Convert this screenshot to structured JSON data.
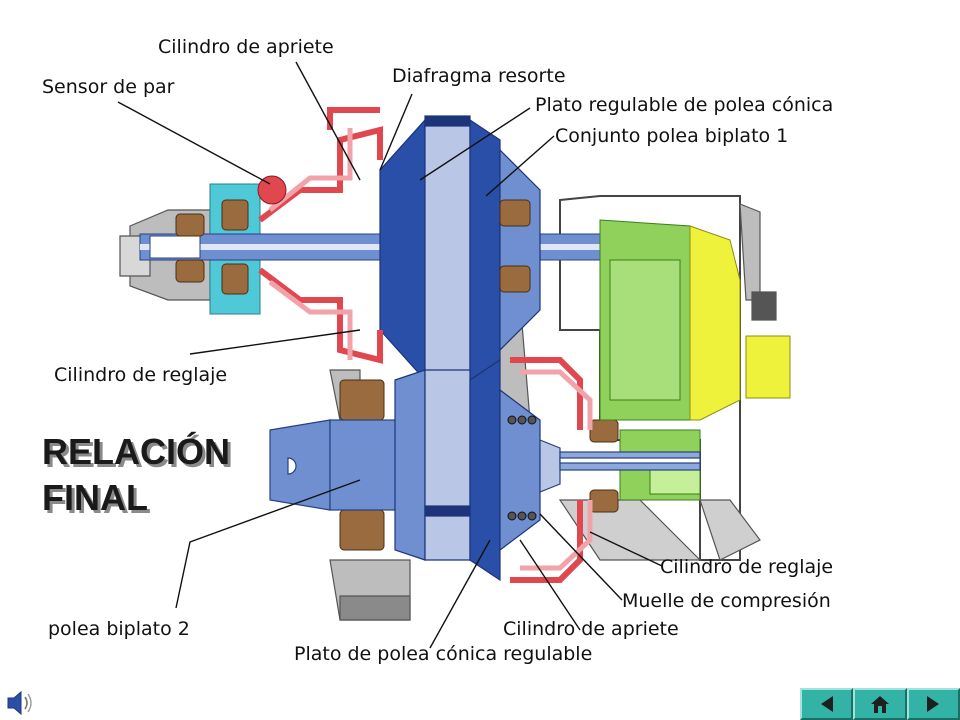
{
  "labels": {
    "cilindro_apriete_top": "Cilindro de apriete",
    "sensor_par": "Sensor de par",
    "diafragma_resorte": "Diafragma resorte",
    "plato_regulable": "Plato regulable de polea cónica",
    "conjunto_polea": "Conjunto polea biplato 1",
    "cilindro_reglaje_left": "Cilindro de reglaje",
    "cilindro_reglaje_right": "Cilindro de reglaje",
    "muelle_compresion": "Muelle de compresión",
    "cilindro_apriete_bottom": "Cilindro de apriete",
    "plato_polea_conica": "Plato de polea cónica regulable",
    "polea_biplato_2": "polea biplato 2"
  },
  "title": {
    "line1": "RELACIÓN",
    "line2": "FINAL"
  },
  "colors": {
    "dark_blue": "#2a4fa8",
    "mid_blue": "#6f8fd0",
    "light_blue": "#b9c6e6",
    "red": "#e0474f",
    "pink": "#f2a3aa",
    "green": "#8fd15a",
    "yellow": "#eef23a",
    "brown": "#9a6b3e",
    "gray": "#a8a8a8",
    "cyan": "#4fc9d8",
    "nav_teal": "#33b3a6"
  },
  "nav": {
    "icons": [
      "prev-arrow-icon",
      "home-icon",
      "next-arrow-icon"
    ]
  },
  "audio_icon": "speaker-icon"
}
